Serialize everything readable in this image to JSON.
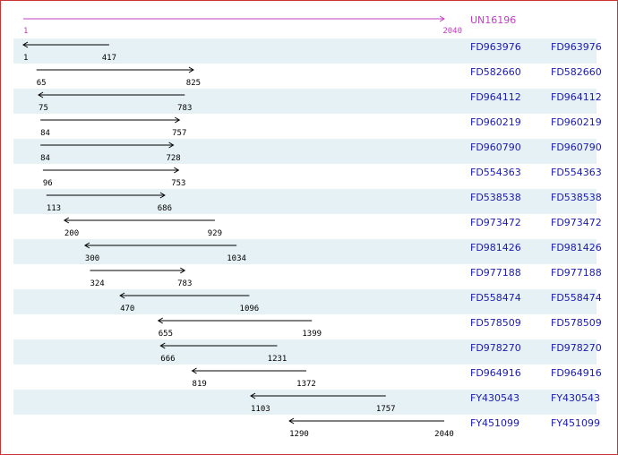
{
  "query": {
    "id": "UN16196",
    "start": 1,
    "end": 2040,
    "color": "#c040c0"
  },
  "scale": {
    "min": 1,
    "max": 2040
  },
  "colors": {
    "link": "#1a1ab0",
    "row_shade": "#e6f1f5",
    "border": "#cc3333",
    "arrow": "#000000"
  },
  "alignments": [
    {
      "id": "FD963976",
      "start": 1,
      "end": 417,
      "strand": "-"
    },
    {
      "id": "FD582660",
      "start": 65,
      "end": 825,
      "strand": "+"
    },
    {
      "id": "FD964112",
      "start": 75,
      "end": 783,
      "strand": "-"
    },
    {
      "id": "FD960219",
      "start": 84,
      "end": 757,
      "strand": "+"
    },
    {
      "id": "FD960790",
      "start": 84,
      "end": 728,
      "strand": "+"
    },
    {
      "id": "FD554363",
      "start": 96,
      "end": 753,
      "strand": "+"
    },
    {
      "id": "FD538538",
      "start": 113,
      "end": 686,
      "strand": "+"
    },
    {
      "id": "FD973472",
      "start": 200,
      "end": 929,
      "strand": "-"
    },
    {
      "id": "FD981426",
      "start": 300,
      "end": 1034,
      "strand": "-"
    },
    {
      "id": "FD977188",
      "start": 324,
      "end": 783,
      "strand": "+"
    },
    {
      "id": "FD558474",
      "start": 470,
      "end": 1096,
      "strand": "-"
    },
    {
      "id": "FD578509",
      "start": 655,
      "end": 1399,
      "strand": "-"
    },
    {
      "id": "FD978270",
      "start": 666,
      "end": 1231,
      "strand": "-"
    },
    {
      "id": "FD964916",
      "start": 819,
      "end": 1372,
      "strand": "-"
    },
    {
      "id": "FY430543",
      "start": 1103,
      "end": 1757,
      "strand": "-"
    },
    {
      "id": "FY451099",
      "start": 1290,
      "end": 2040,
      "strand": "-"
    }
  ]
}
